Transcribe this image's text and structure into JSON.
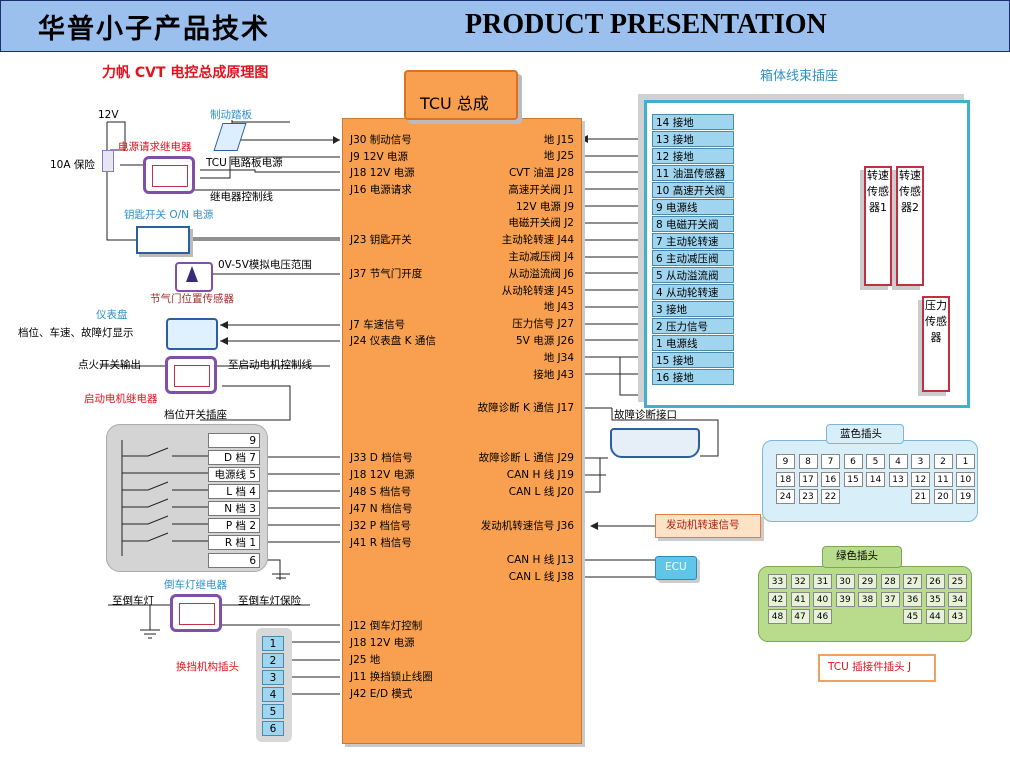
{
  "header": {
    "title_cn": "华普小子产品技术",
    "title_en": "PRODUCT PRESENTATION"
  },
  "diagram_title": "力帆 CVT 电控总成原理图",
  "harness_title": "箱体线束插座",
  "tcu": {
    "title": "TCU 总成",
    "left_pins": [
      "J30 制动信号",
      "J9 12V 电源",
      "J18 12V 电源",
      "J16 电源请求",
      "J23 钥匙开关",
      "J37 节气门开度",
      "J7 车速信号",
      "J24 仪表盘 K 通信",
      "J33 D 档信号",
      "J18 12V 电源",
      "J48 S 档信号",
      "J47 N 档信号",
      "J32 P 档信号",
      "J41 R 档信号",
      "J12 倒车灯控制",
      "J18 12V 电源",
      "J25 地",
      "J11 换挡锁止线圈",
      "J42 E/D 模式"
    ],
    "right_pins": [
      "地 J15",
      "地 J25",
      "CVT 油温 J28",
      "高速开关阀 J1",
      "12V 电源 J9",
      "电磁开关阀 J2",
      "主动轮转速 J44",
      "主动减压阀 J4",
      "从动溢流阀 J6",
      "从动轮转速 J45",
      "地 J43",
      "压力信号 J27",
      "5V 电源 J26",
      "地 J34",
      "接地 J43",
      "故障诊断 K 通信 J17",
      "故障诊断 L 通信 J29",
      "CAN H 线 J19",
      "CAN L 线 J20",
      "发动机转速信号 J36",
      "CAN H 线 J13",
      "CAN L 线 J38"
    ]
  },
  "harness_rows": [
    "14 接地",
    "13 接地",
    "12 接地",
    "11 油温传感器",
    "10 高速开关阀",
    "9 电源线",
    "8 电磁开关阀",
    "7 主动轮转速",
    "6 主动减压阀",
    "5 从动溢流阀",
    "4 从动轮转速",
    "3 接地",
    "2 压力信号",
    "1 电源线",
    "15 接地",
    "16 接地"
  ],
  "sensors": {
    "speed1": "转速传感器1",
    "speed2": "转速传感器2",
    "pressure": "压力传感器"
  },
  "components": {
    "v12": "12V",
    "fuse": "10A 保险",
    "brake_pedal": "制动踏板",
    "power_relay": "电源请求继电器",
    "tcu_power": "TCU 电路板电源",
    "relay_ctrl": "继电器控制线",
    "key_switch": "钥匙开关 O/N 电源",
    "throttle_range": "0V-5V模拟电压范围",
    "throttle_sensor": "节气门位置传感器",
    "dashboard": "仪表盘",
    "dash_display": "档位、车速、故障灯显示",
    "ignition_out": "点火开关输出",
    "to_starter": "至启动电机控制线",
    "starter_relay": "启动电机继电器",
    "gear_socket": "档位开关插座",
    "reverse_relay": "倒车灯继电器",
    "to_reverse_lamp": "至倒车灯",
    "to_reverse_fuse": "至倒车灯保险",
    "shift_connector": "换挡机构插头",
    "diag_port": "故障诊断接口",
    "engine_speed": "发动机转速信号",
    "ecu": "ECU",
    "blue_plug": "蓝色插头",
    "green_plug": "绿色插头",
    "tcu_plug": "TCU 插接件插头 J"
  },
  "gear_rows": [
    "9",
    "D 档 7",
    "电源线 5",
    "L 档 4",
    "N 档 3",
    "P 档 2",
    "R 档 1",
    "6"
  ],
  "shift_rows": [
    "1",
    "2",
    "3",
    "4",
    "5",
    "6"
  ],
  "blue_plug_rows": [
    [
      "9",
      "8",
      "7",
      "6",
      "5",
      "4",
      "3",
      "2",
      "1"
    ],
    [
      "18",
      "17",
      "16",
      "15",
      "14",
      "13",
      "12",
      "11",
      "10"
    ],
    [
      "24",
      "23",
      "22",
      "",
      "",
      "",
      "21",
      "20",
      "19"
    ]
  ],
  "green_plug_rows": [
    [
      "33",
      "32",
      "31",
      "30",
      "29",
      "28",
      "27",
      "26",
      "25"
    ],
    [
      "42",
      "41",
      "40",
      "39",
      "38",
      "37",
      "36",
      "35",
      "34"
    ],
    [
      "48",
      "47",
      "46",
      "",
      "",
      "",
      "45",
      "44",
      "43"
    ]
  ]
}
